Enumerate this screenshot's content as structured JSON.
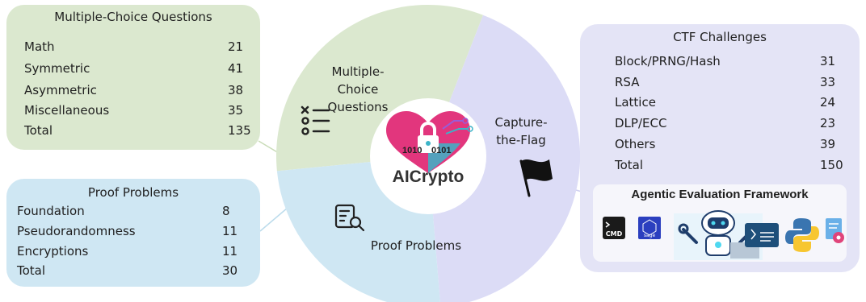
{
  "mcq": {
    "title": "Multiple-Choice Questions",
    "rows": [
      {
        "label": "Math",
        "value": "21"
      },
      {
        "label": "Symmetric",
        "value": "41"
      },
      {
        "label": "Asymmetric",
        "value": "38"
      },
      {
        "label": "Miscellaneous",
        "value": "35"
      },
      {
        "label": "Total",
        "value": "135"
      }
    ]
  },
  "proof": {
    "title": "Proof Problems",
    "rows": [
      {
        "label": "Foundation",
        "value": "8"
      },
      {
        "label": "Pseudorandomness",
        "value": "11"
      },
      {
        "label": "Encryptions",
        "value": "11"
      },
      {
        "label": "Total",
        "value": "30"
      }
    ]
  },
  "ctf": {
    "title": "CTF Challenges",
    "rows": [
      {
        "label": "Block/PRNG/Hash",
        "value": "31"
      },
      {
        "label": "RSA",
        "value": "33"
      },
      {
        "label": "Lattice",
        "value": "24"
      },
      {
        "label": "DLP/ECC",
        "value": "23"
      },
      {
        "label": "Others",
        "value": "39"
      },
      {
        "label": "Total",
        "value": "150"
      }
    ]
  },
  "agent": {
    "title": "Agentic Evaluation Framework",
    "cmd_label": "CMD",
    "sage_label": "sage"
  },
  "wheel": {
    "mcq_label_1": "Multiple-Choice",
    "mcq_label_2": "Questions",
    "ctf_label_1": "Capture-",
    "ctf_label_2": "the-Flag",
    "proof_label": "Proof Problems"
  },
  "center": {
    "name": "AICrypto",
    "bits_left": "1010",
    "bits_right": "0101"
  },
  "colors": {
    "mcq": "#dbe8cf",
    "proof": "#cfe7f3",
    "ctf": "#dcdcf6",
    "accent_pink": "#e2367d",
    "accent_teal": "#3bb4c8"
  }
}
